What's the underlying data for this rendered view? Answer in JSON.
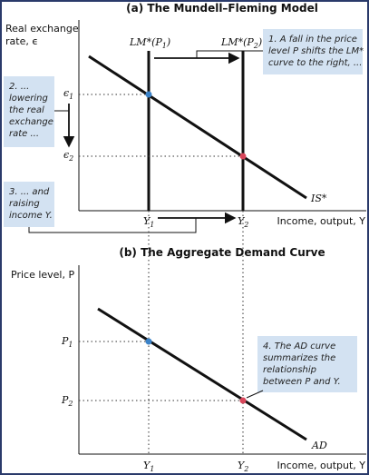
{
  "panel_a": {
    "title": "(a) The Mundell–Fleming Model",
    "y_axis_label": [
      "Real exchange",
      "rate, ϵ"
    ],
    "x_axis_label": "Income, output, Y",
    "lm1_label": "LM*(P",
    "lm1_sub": "1",
    "lm2_label": "LM*(P",
    "lm2_sub": "2",
    "close_paren": ")",
    "is_label": "IS*",
    "eps1_label": "ϵ",
    "eps1_sub": "1",
    "eps2_label": "ϵ",
    "eps2_sub": "2",
    "y1_label": "Y",
    "y1_sub": "1",
    "y2_label": "Y",
    "y2_sub": "2",
    "note1": [
      "1. A fall in the price",
      "level P shifts the LM*",
      "curve to the right, ..."
    ],
    "note2": [
      "2. ...",
      "lowering",
      "the real",
      "exchange",
      "rate ..."
    ],
    "note3": [
      "3. ... and",
      "raising",
      "income Y."
    ]
  },
  "panel_b": {
    "title": "(b) The Aggregate Demand Curve",
    "y_axis_label": "Price level, P",
    "x_axis_label": "Income, output, Y",
    "ad_label": "AD",
    "p1_label": "P",
    "p1_sub": "1",
    "p2_label": "P",
    "p2_sub": "2",
    "y1_label": "Y",
    "y1_sub": "1",
    "y2_label": "Y",
    "y2_sub": "2",
    "note4": [
      "4. The AD curve",
      "summarizes the",
      "relationship",
      "between P and Y."
    ]
  },
  "colors": {
    "background": "#ffffff",
    "border": "#2a3a6a",
    "note_box": "#d3e2f2",
    "point_blue": "#3a82c8",
    "point_red": "#d8465a",
    "line": "#111111"
  }
}
